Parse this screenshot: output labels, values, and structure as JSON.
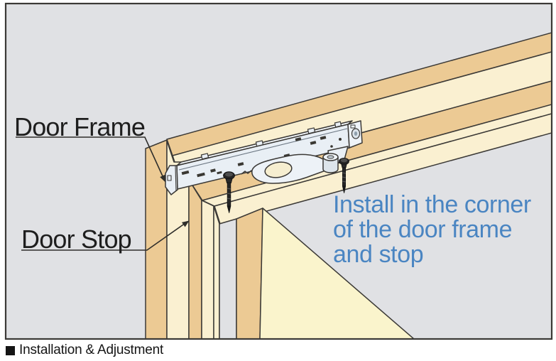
{
  "diagram": {
    "labels": {
      "door_frame": "Door Frame",
      "door_stop": "Door Stop"
    },
    "install_note": "Install in the corner\nof the door frame\nand stop",
    "caption": "Installation & Adjustment",
    "colors": {
      "wall_gray": "#e0e1e4",
      "wood_tan": "#ecca94",
      "wood_cream": "#faf0d1",
      "door_face_cream": "#faf4cc",
      "metal_light": "#e9eff5",
      "outline_dark": "#3b3936",
      "annotation_blue": "#4a85c2",
      "label_text": "#1e1e1e"
    }
  }
}
